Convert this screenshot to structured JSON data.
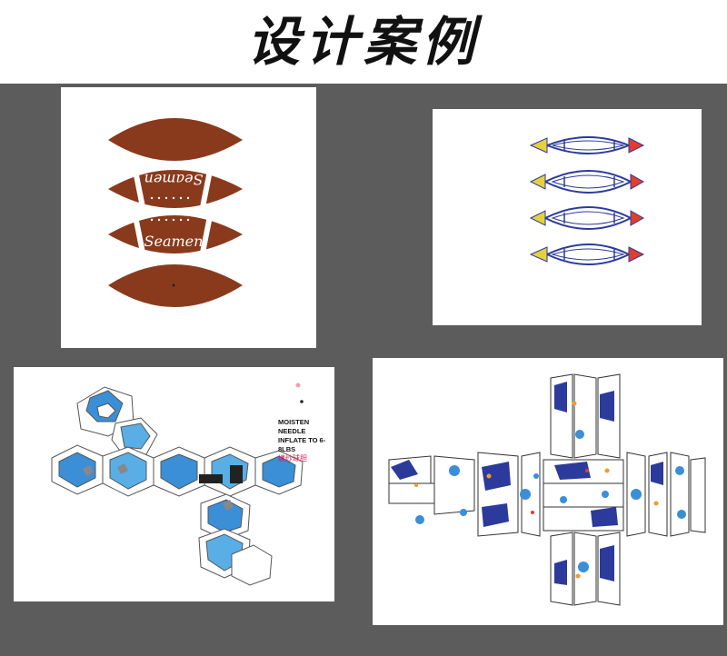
{
  "page_title": "设计案例",
  "panels": [
    {
      "name": "rugby-ball-pattern",
      "brand": "Seamen"
    },
    {
      "name": "rugby-outline-pattern"
    },
    {
      "name": "soccer-ball-pattern",
      "label_line1": "MOISTEN NEEDLE",
      "label_line2": "INFLATE TO 6-8LBS",
      "label_cn": "缠纱球胆"
    },
    {
      "name": "cross-ball-pattern"
    }
  ],
  "colors": {
    "brown": "#8a3a1c",
    "blue": "#3a8fd6",
    "navy": "#2c3a9c",
    "gray_bg": "#5c5c5c"
  }
}
